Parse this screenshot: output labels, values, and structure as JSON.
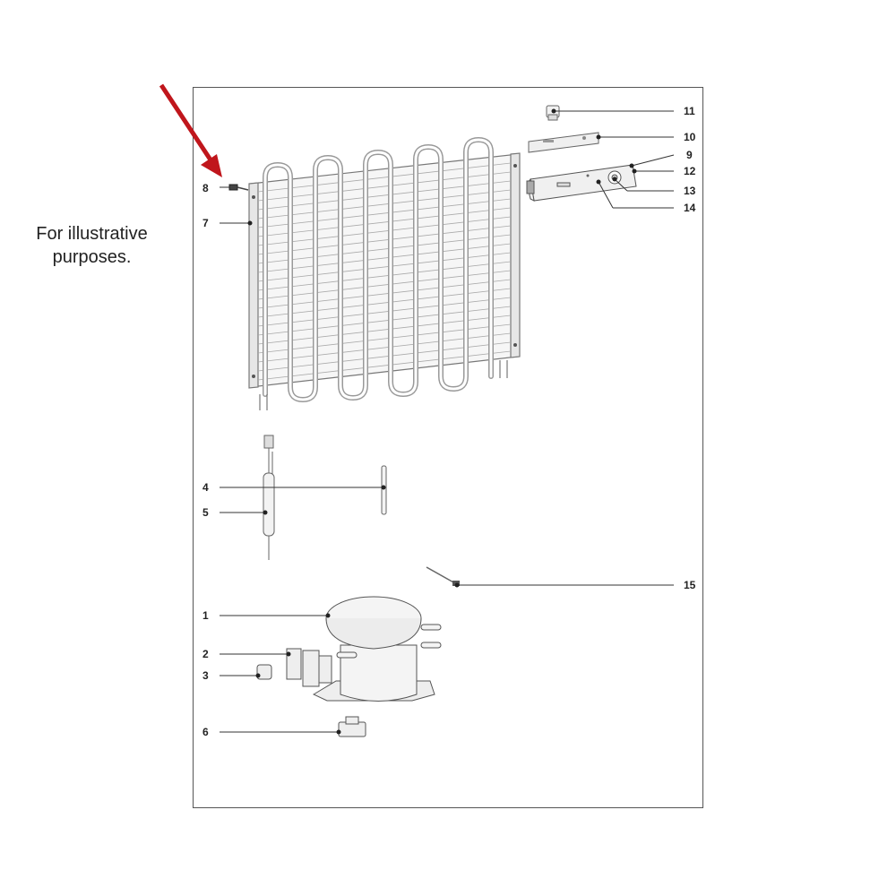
{
  "caption": {
    "line1": "For illustrative",
    "line2": "purposes."
  },
  "arrow_color": "#c0161c",
  "callouts": {
    "c1": "1",
    "c2": "2",
    "c3": "3",
    "c4": "4",
    "c5": "5",
    "c6": "6",
    "c7": "7",
    "c8": "8",
    "c9": "9",
    "c10": "10",
    "c11": "11",
    "c12": "12",
    "c13": "13",
    "c14": "14",
    "c15": "15"
  }
}
